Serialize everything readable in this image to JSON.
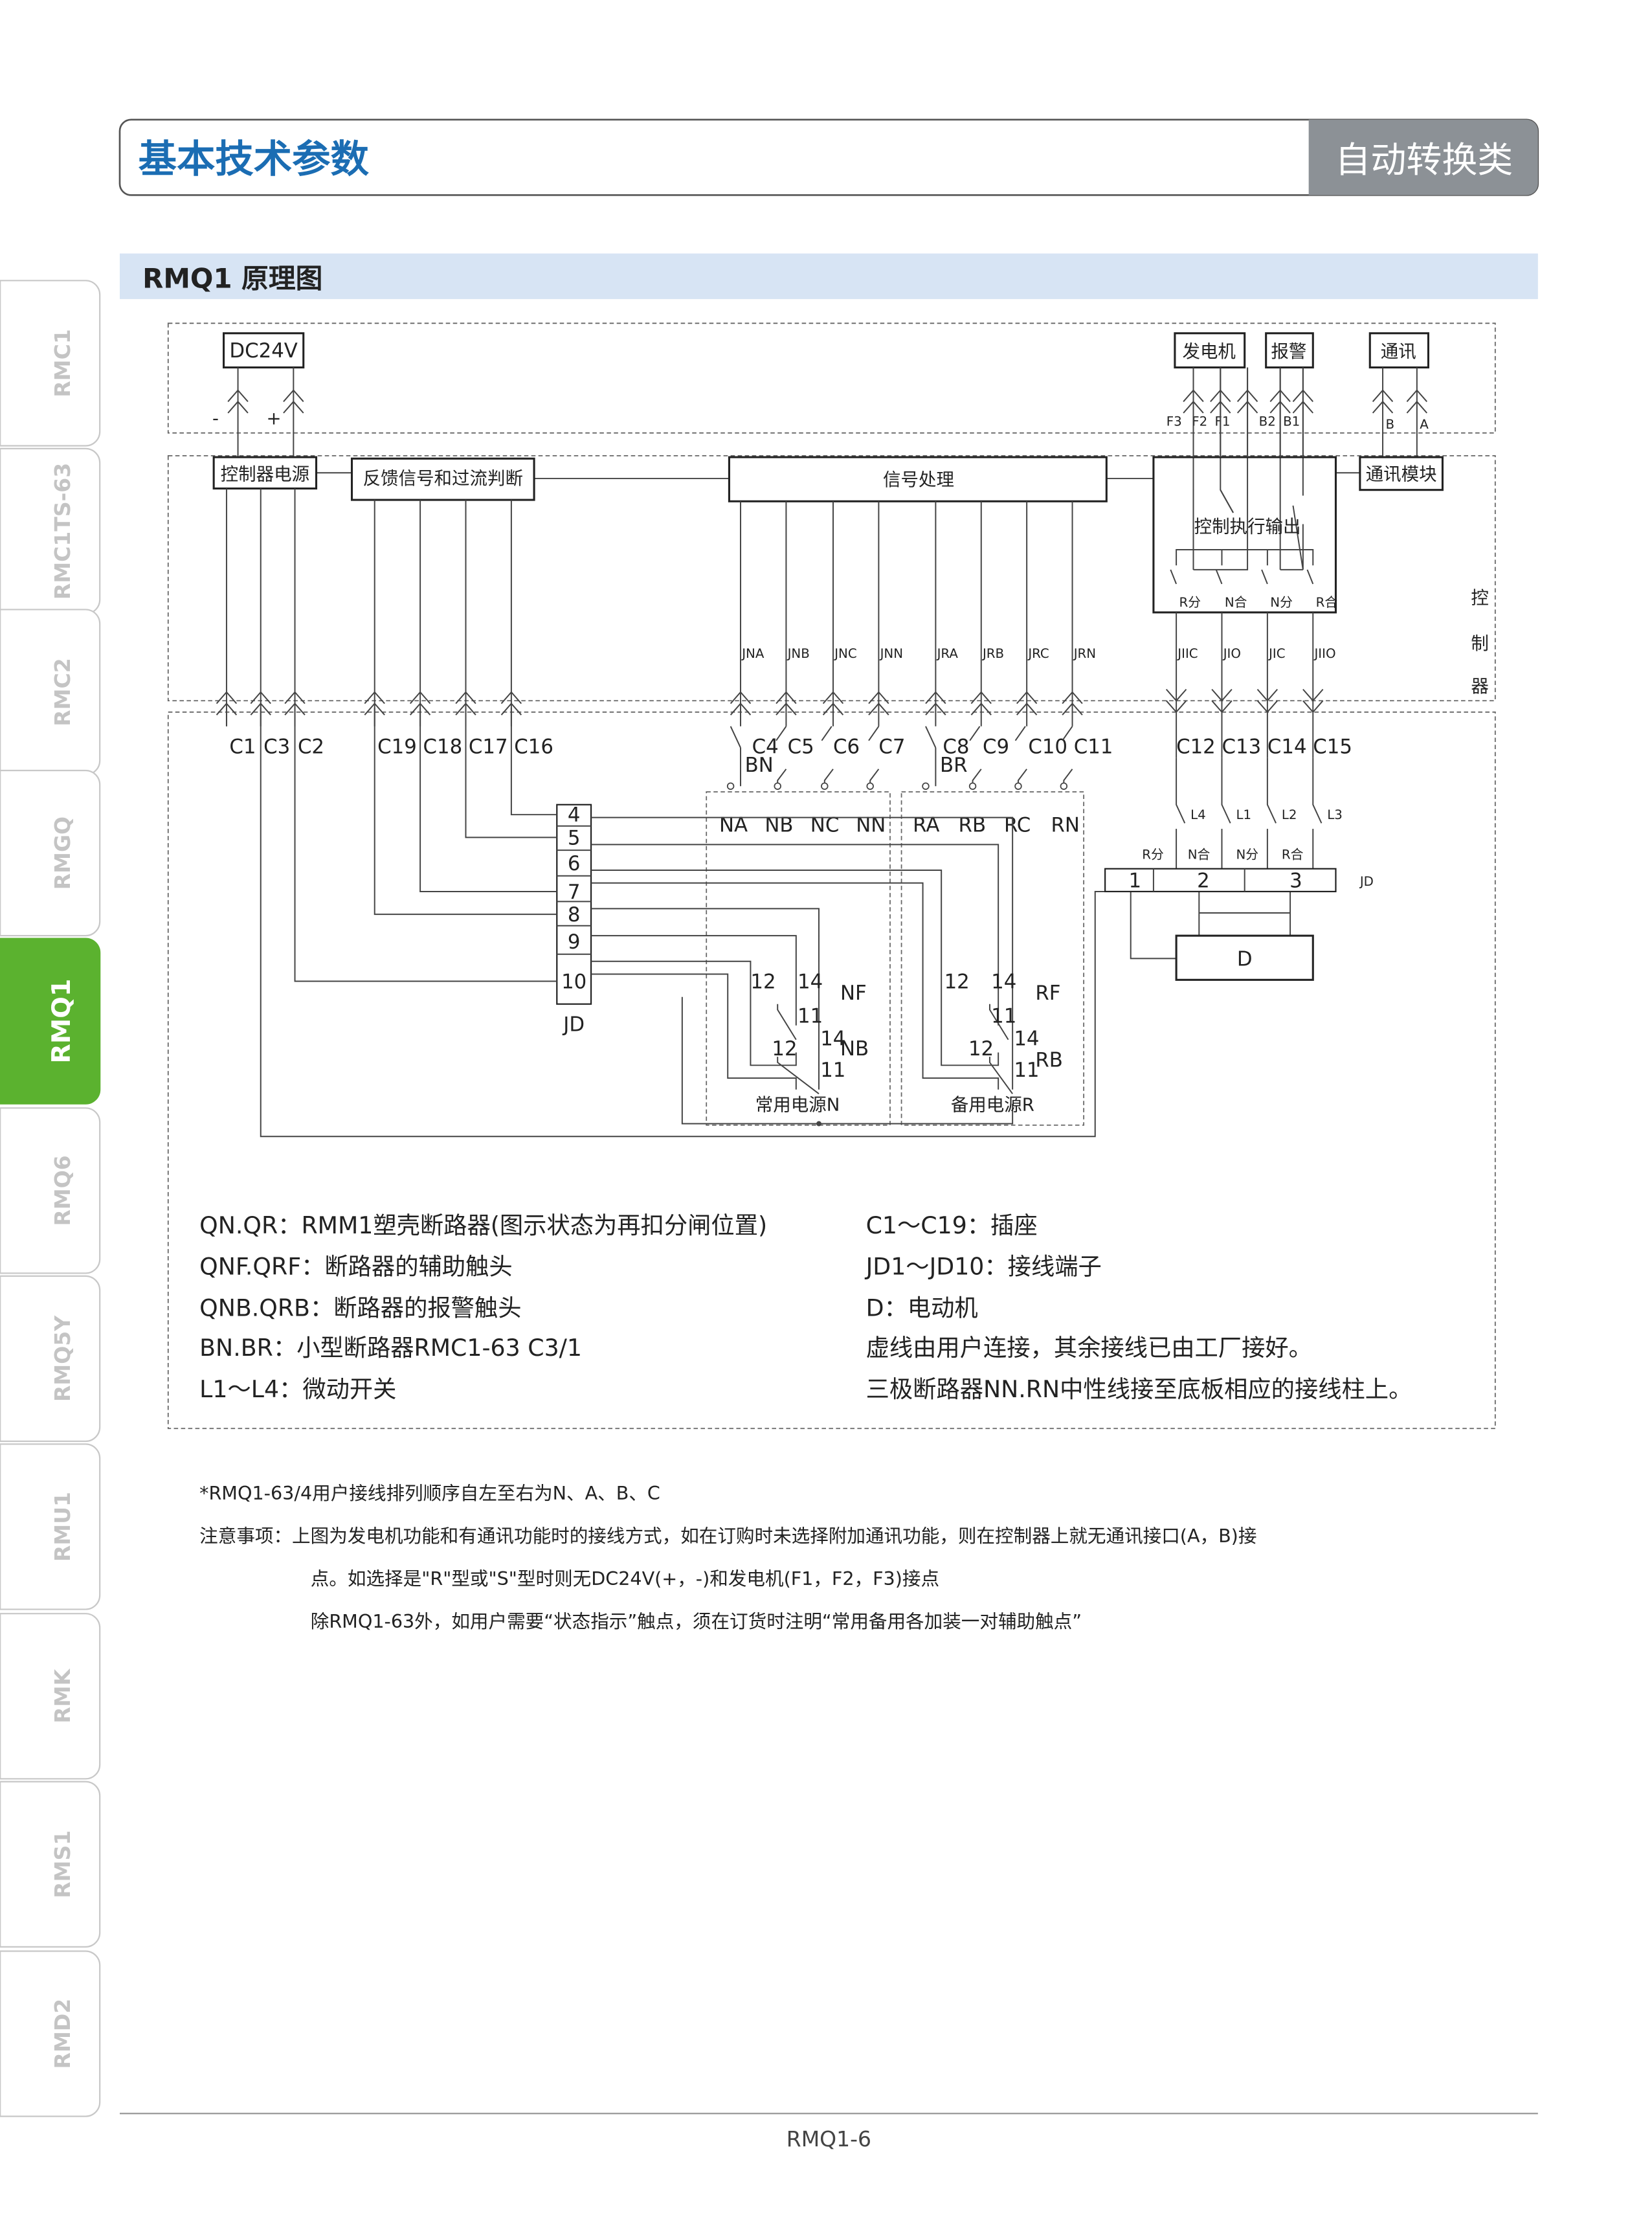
{
  "header": {
    "title": "基本技术参数",
    "category": "自动转换类"
  },
  "section": {
    "title": "RMQ1 原理图"
  },
  "sidebar": {
    "items": [
      "RMC1",
      "RMC1TS-63",
      "RMC2",
      "RMGQ",
      "RMQ1",
      "RMQ6",
      "RMQ5Y",
      "RMU1",
      "RMK",
      "RMS1",
      "RMD2"
    ],
    "active": "RMQ1"
  },
  "colors": {
    "brand_blue": "#1b6db3",
    "active_tab": "#5bb22f",
    "section_bg": "#d7e4f4",
    "header_gray": "#8c9196"
  },
  "diagram": {
    "dc24v": "DC24V",
    "minus": "-",
    "plus": "+",
    "generator": "发电机",
    "alarm": "报警",
    "comm": "通讯",
    "gen_pins": [
      "F3",
      "F2",
      "F1"
    ],
    "alarm_pins": [
      "B2",
      "B1"
    ],
    "comm_pins": [
      "B",
      "A"
    ],
    "ctrl_power": "控制器电源",
    "feedback": "反馈信号和过流判断",
    "signal": "信号处理",
    "ctrl_output": "控制执行输出",
    "comm_module": "通讯模块",
    "output_contacts": [
      "R分",
      "N合",
      "N分",
      "R合"
    ],
    "controller_label": [
      "控",
      "制",
      "器"
    ],
    "signal_lines": [
      "JNA",
      "JNB",
      "JNC",
      "JNN",
      "JRA",
      "JRB",
      "JRC",
      "JRN"
    ],
    "output_lines": [
      "JIIC",
      "JIO",
      "JIC",
      "JIIO"
    ],
    "sockets_a": [
      "C1",
      "C3",
      "C2"
    ],
    "sockets_b": [
      "C19",
      "C18",
      "C17",
      "C16"
    ],
    "sockets_c": [
      "C4",
      "C5",
      "C6",
      "C7"
    ],
    "sockets_d": [
      "C8",
      "C9",
      "C10",
      "C11"
    ],
    "sockets_e": [
      "C12",
      "C13",
      "C14",
      "C15"
    ],
    "bn": "BN",
    "br": "BR",
    "n_phases": [
      "NA",
      "NB",
      "NC",
      "NN"
    ],
    "r_phases": [
      "RA",
      "RB",
      "RC",
      "RN"
    ],
    "jd_rows": [
      "4",
      "5",
      "6",
      "7",
      "8",
      "9",
      "10"
    ],
    "jd_label": "JD",
    "contact_nums": {
      "c12": "12",
      "c14": "14",
      "c11": "11"
    },
    "nf": "NF",
    "nb": "NB",
    "rf": "RF",
    "rb": "RB",
    "normal_source": "常用电源N",
    "backup_source": "备用电源R",
    "micro_switches": [
      "L4",
      "L1",
      "L2",
      "L3"
    ],
    "jd2_labels": [
      "R分",
      "N合",
      "N分",
      "R合"
    ],
    "jd2_terms": [
      "1",
      "2",
      "3"
    ],
    "jd2_label": "JD",
    "motor": "D"
  },
  "legend": {
    "left": [
      "QN.QR：RMM1塑壳断路器(图示状态为再扣分闸位置)",
      "QNF.QRF：断路器的辅助触头",
      "QNB.QRB：断路器的报警触头",
      "BN.BR：小型断路器RMC1-63 C3/1",
      "L1～L4：微动开关"
    ],
    "right": [
      "C1～C19：插座",
      "JD1～JD10：接线端子",
      "D：电动机",
      "虚线由用户连接，其余接线已由工厂接好。",
      "三极断路器NN.RN中性线接至底板相应的接线柱上。"
    ]
  },
  "notes": [
    "*RMQ1-63/4用户接线排列顺序自左至右为N、A、B、C",
    "注意事项：上图为发电机功能和有通讯功能时的接线方式，如在订购时未选择附加通讯功能，则在控制器上就无通讯接口(A，B)接",
    "点。如选择是\"R\"型或\"S\"型时则无DC24V(+，-)和发电机(F1，F2，F3)接点",
    "除RMQ1-63外，如用户需要“状态指示”触点，须在订货时注明“常用备用各加装一对辅助触点”"
  ],
  "footer": {
    "page": "RMQ1-6"
  }
}
